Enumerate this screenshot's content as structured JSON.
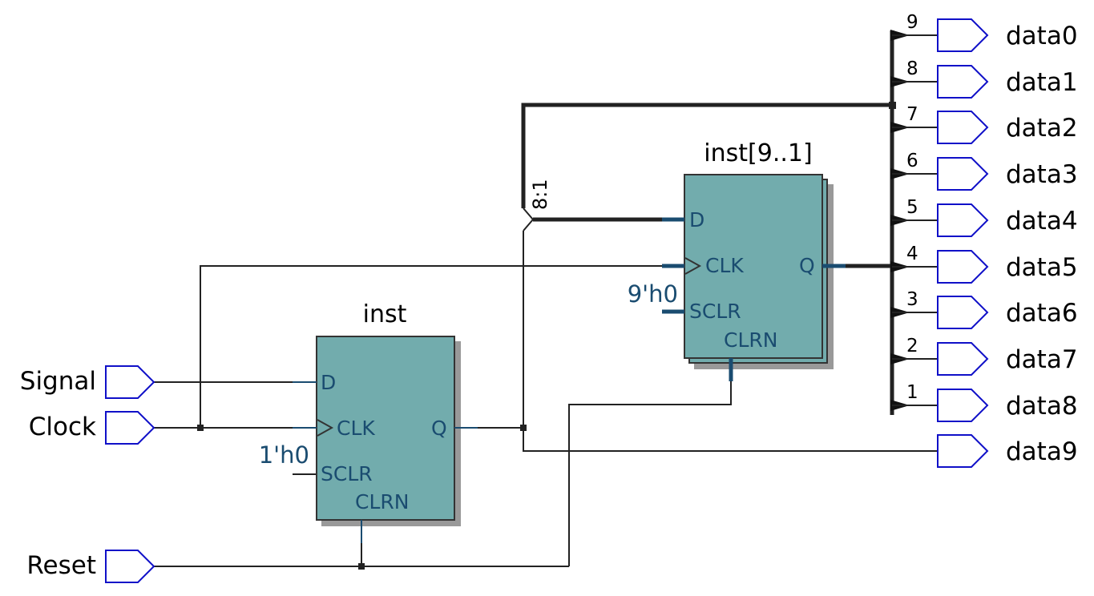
{
  "inputs": {
    "signal": "Signal",
    "clock": "Clock",
    "reset": "Reset"
  },
  "outputs": [
    "data0",
    "data1",
    "data2",
    "data3",
    "data4",
    "data5",
    "data6",
    "data7",
    "data8",
    "data9"
  ],
  "inst1": {
    "name": "inst",
    "pin_d": "D",
    "pin_clk": "CLK",
    "pin_sclr": "SCLR",
    "pin_clrn": "CLRN",
    "pin_q": "Q",
    "sclr_const": "1'h0"
  },
  "inst2": {
    "name": "inst[9..1]",
    "pin_d": "D",
    "pin_clk": "CLK",
    "pin_sclr": "SCLR",
    "pin_clrn": "CLRN",
    "pin_q": "Q",
    "sclr_const": "9'h0"
  },
  "bus_label": "8:1",
  "bit_labels": [
    "9",
    "8",
    "7",
    "6",
    "5",
    "4",
    "3",
    "2",
    "1"
  ],
  "colors": {
    "block_fill": "#72acad",
    "port_outline": "#1010c8",
    "pin_text": "#1a4c70",
    "wire": "#222222"
  }
}
